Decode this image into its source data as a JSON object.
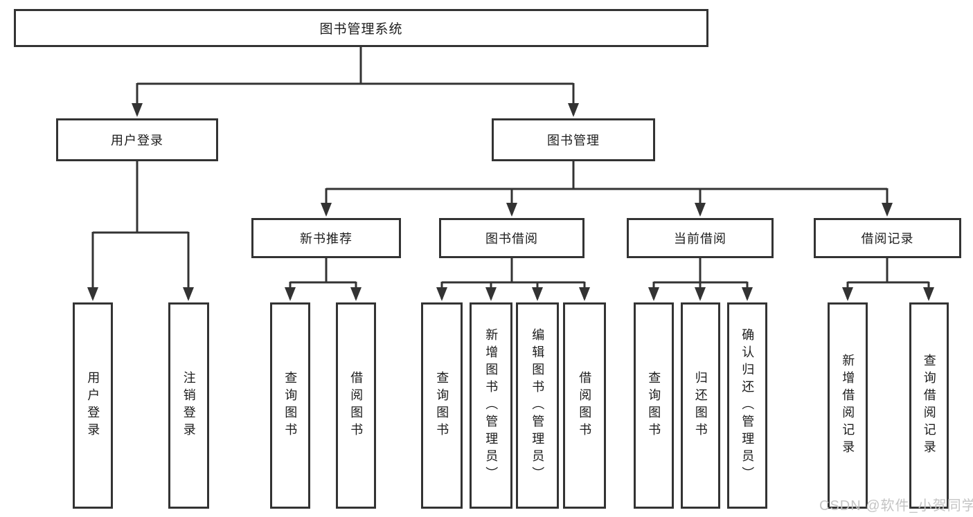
{
  "diagram": {
    "root": {
      "label": "图书管理系统",
      "children": [
        {
          "label": "用户登录",
          "children": [
            {
              "label": "用户登录"
            },
            {
              "label": "注销登录"
            }
          ]
        },
        {
          "label": "图书管理",
          "children": [
            {
              "label": "新书推荐",
              "children": [
                {
                  "label": "查询图书"
                },
                {
                  "label": "借阅图书"
                }
              ]
            },
            {
              "label": "图书借阅",
              "children": [
                {
                  "label": "查询图书"
                },
                {
                  "label": "新增图书（管理员）"
                },
                {
                  "label": "编辑图书（管理员）"
                },
                {
                  "label": "借阅图书"
                }
              ]
            },
            {
              "label": "当前借阅",
              "children": [
                {
                  "label": "查询图书"
                },
                {
                  "label": "归还图书"
                },
                {
                  "label": "确认归还（管理员）"
                }
              ]
            },
            {
              "label": "借阅记录",
              "children": [
                {
                  "label": "新增借阅记录"
                },
                {
                  "label": "查询借阅记录"
                }
              ]
            }
          ]
        }
      ]
    }
  },
  "watermark": {
    "text": "CSDN @软件_小贺同学"
  },
  "colors": {
    "line": "#333333",
    "box_border": "#333333",
    "text": "#1c1c1c",
    "watermark": "#c4c4c4",
    "background": "#ffffff"
  }
}
